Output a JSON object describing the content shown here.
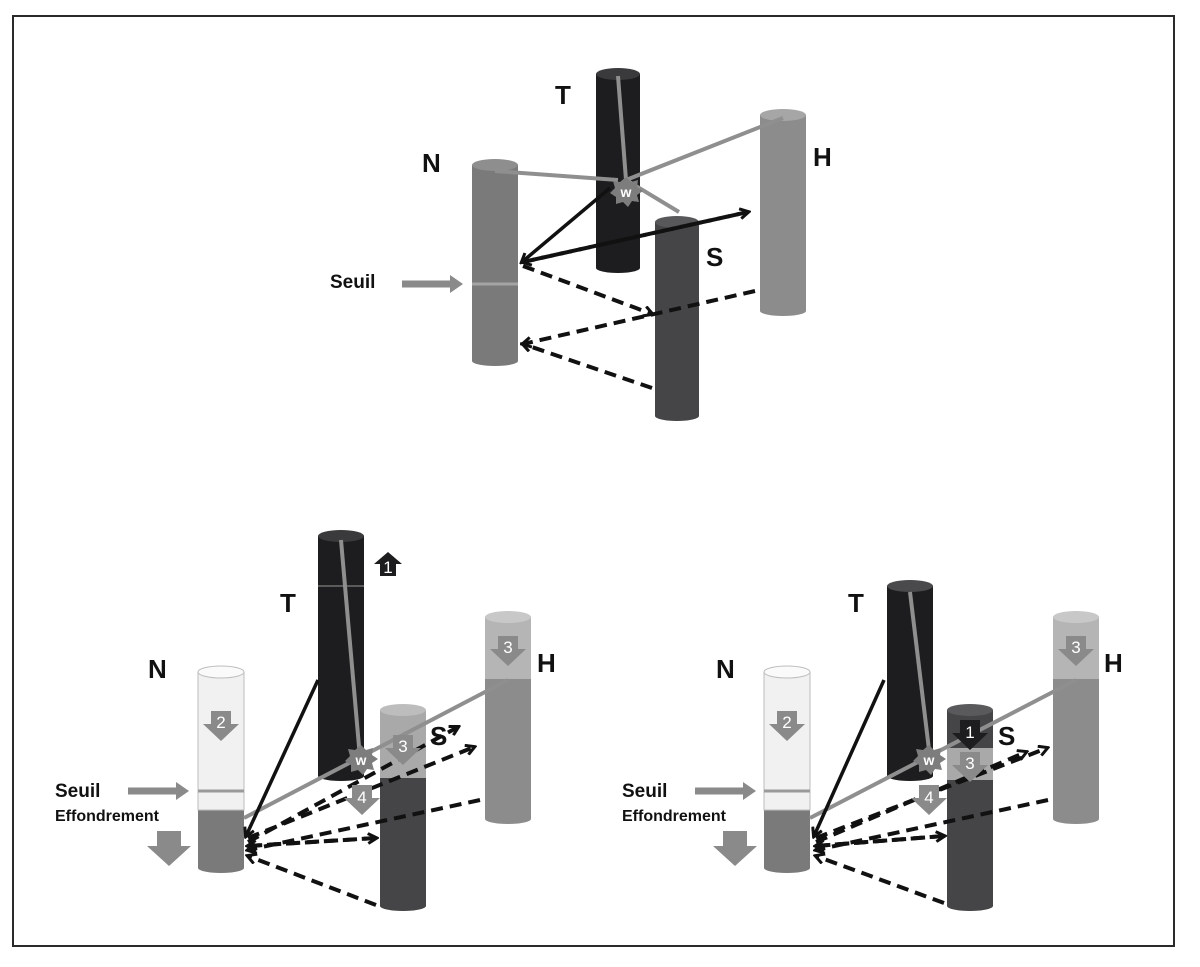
{
  "colors": {
    "frame": "#2a2a2a",
    "T": "#1d1d1f",
    "N": "#7a7a7a",
    "S": "#454547",
    "H": "#8c8c8c",
    "N_depleted": "#f1f1f1",
    "S_top": "#a9a9a9",
    "H_top": "#b5b5b5",
    "line": "#8f8f8f",
    "arrow": "#111111"
  },
  "top": {
    "labels": {
      "T": "T",
      "N": "N",
      "H": "H",
      "S": "S"
    },
    "seuil": "Seuil",
    "w": "w"
  },
  "bottom_left": {
    "labels": {
      "T": "T",
      "N": "N",
      "H": "H",
      "S": "S"
    },
    "seuil": "Seuil",
    "effondrement": "Effondrement",
    "w": "w",
    "badges": {
      "b1": "1",
      "b2": "2",
      "b3_s": "3",
      "b3_h": "3",
      "b4": "4"
    }
  },
  "bottom_right": {
    "labels": {
      "T": "T",
      "N": "N",
      "H": "H",
      "S": "S"
    },
    "seuil": "Seuil",
    "effondrement": "Effondrement",
    "w": "w",
    "badges": {
      "b1": "1",
      "b2": "2",
      "b3_s": "3",
      "b3_h": "3",
      "b4": "4"
    }
  }
}
